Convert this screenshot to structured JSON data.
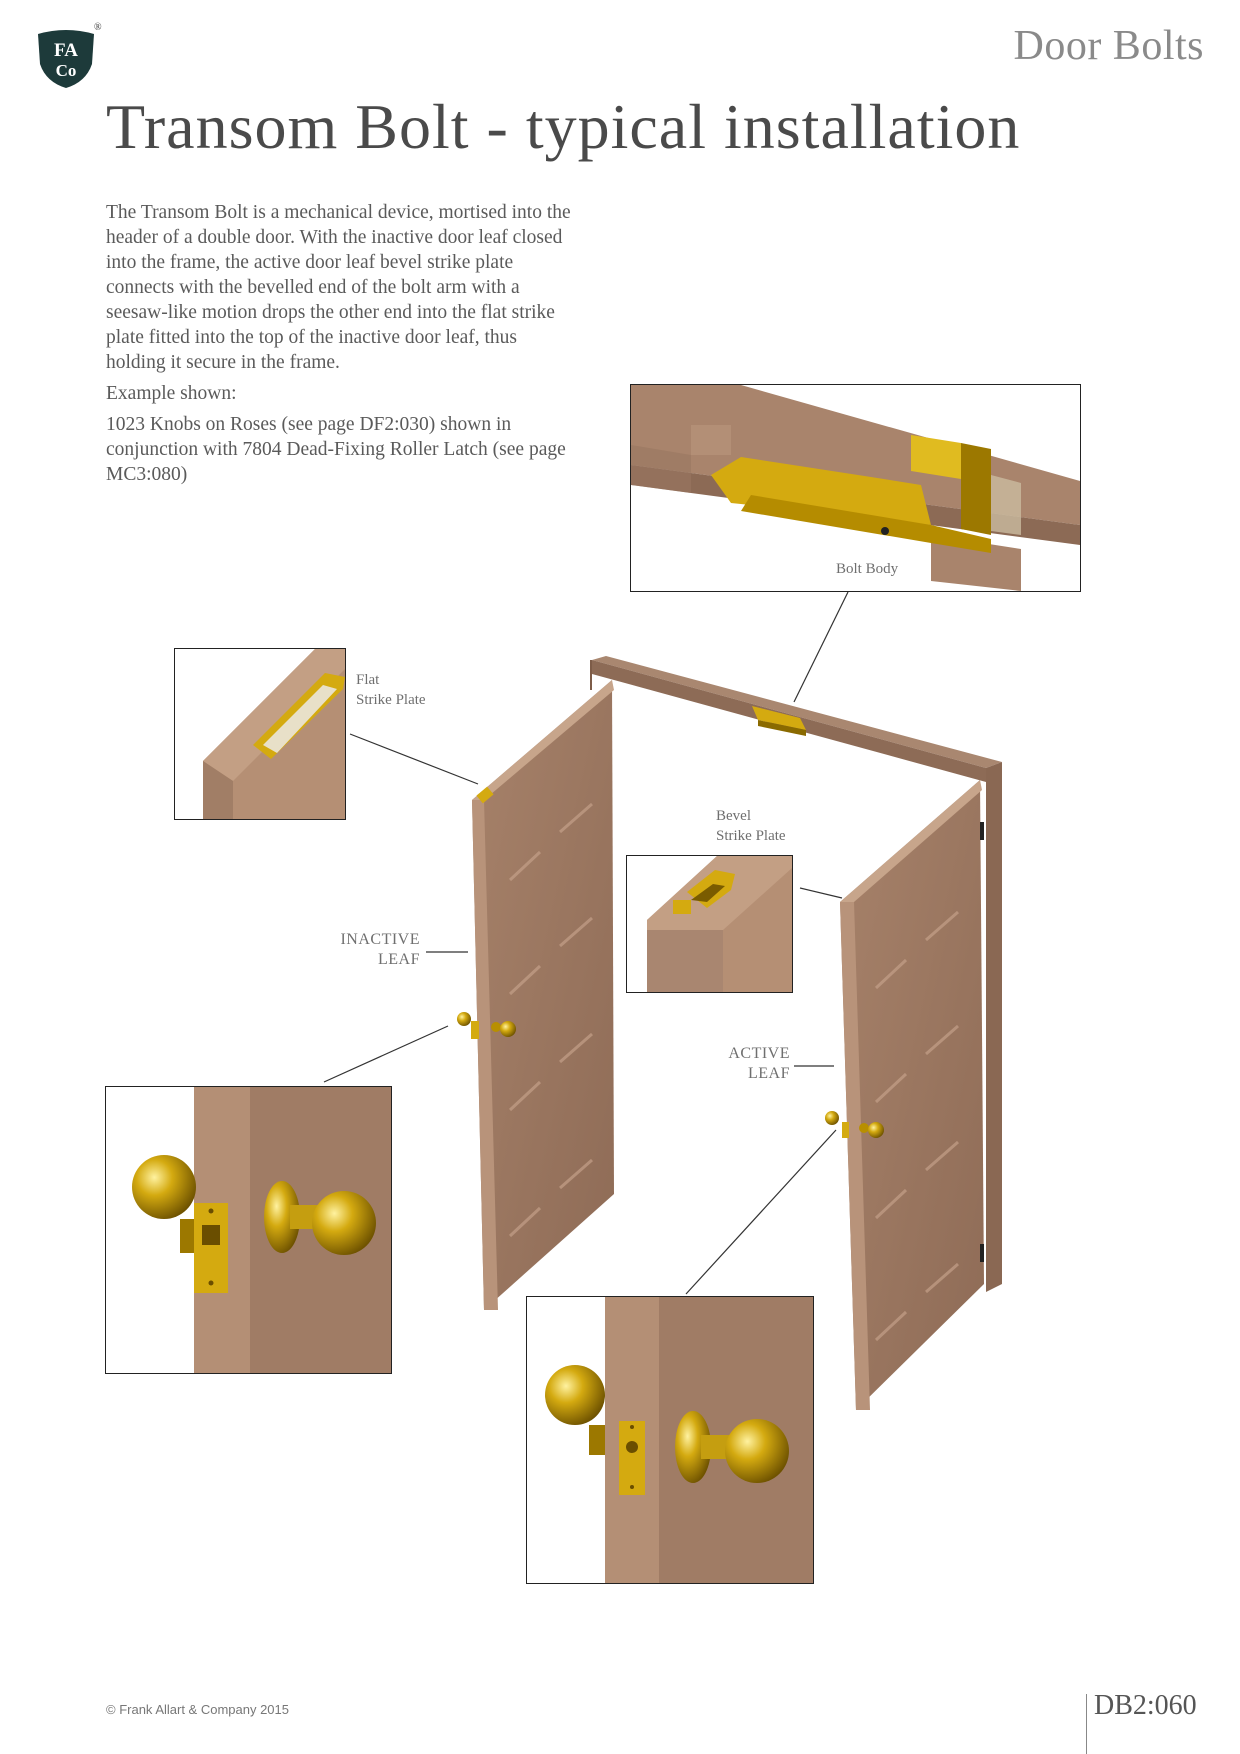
{
  "header": {
    "logo_text_top": "FA",
    "logo_text_bottom": "Co",
    "logo_registered": "®",
    "section_title": "Door Bolts"
  },
  "page_title": "Transom Bolt - typical installation",
  "description": {
    "paragraph": "The Transom Bolt is a mechanical device, mortised into the header of a double door. With the inactive door leaf closed into the frame, the active door leaf bevel strike plate connects with the bevelled end of the bolt arm with a seesaw-like motion drops the other end into the flat strike plate fitted into the top of the inactive door leaf, thus holding it secure in the frame.",
    "example_heading": "Example shown:",
    "example_text": "1023 Knobs on Roses (see page DF2:030) shown in conjunction with 7804 Dead-Fixing Roller Latch (see page MC3:080)"
  },
  "callouts": {
    "bolt_body": "Bolt Body",
    "flat_strike_line1": "Flat",
    "flat_strike_line2": "Strike Plate",
    "bevel_strike_line1": "Bevel",
    "bevel_strike_line2": "Strike Plate",
    "inactive_line1": "INACTIVE",
    "inactive_line2": "LEAF",
    "active_line1": "ACTIVE",
    "active_line2": "LEAF"
  },
  "footer": {
    "copyright": "© Frank Allart & Company 2015",
    "page_number": "DB2:060"
  },
  "colors": {
    "wood_light": "#b08c72",
    "wood_mid": "#9a7660",
    "wood_dark": "#7d5c48",
    "brass": "#d4aa10",
    "brass_dark": "#8a6a00",
    "logo": "#1d3a3a"
  }
}
